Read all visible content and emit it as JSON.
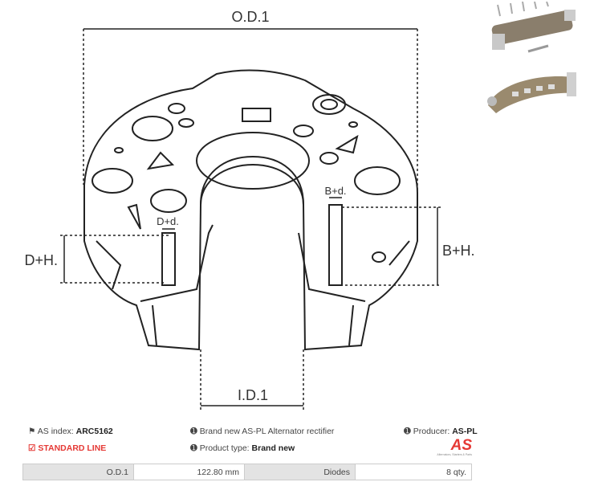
{
  "drawing": {
    "labels": {
      "od": "O.D.1",
      "id": "I.D.1",
      "bd": "B+d.",
      "dd": "D+d.",
      "dh": "D+H.",
      "bh": "B+H."
    }
  },
  "thumbnails": [
    {
      "icon": "rectifier-photo-top"
    },
    {
      "icon": "rectifier-photo-bottom"
    }
  ],
  "info": {
    "as_index_label": "AS index:",
    "as_index_value": "ARC5162",
    "standard_line": "STANDARD LINE",
    "description": "Brand new AS-PL Alternator rectifier",
    "product_type_label": "Product type:",
    "product_type_value": "Brand new",
    "producer_label": "Producer:",
    "producer_value": "AS-PL",
    "logo_text": "AS",
    "logo_tagline": "Alternators, Starters & Parts"
  },
  "specs": [
    {
      "key": "O.D.1",
      "value": "122.80 mm"
    },
    {
      "key": "Diodes",
      "value": "8 qty."
    }
  ],
  "colors": {
    "accent": "#e53935",
    "table_key_bg": "#e3e3e3"
  }
}
